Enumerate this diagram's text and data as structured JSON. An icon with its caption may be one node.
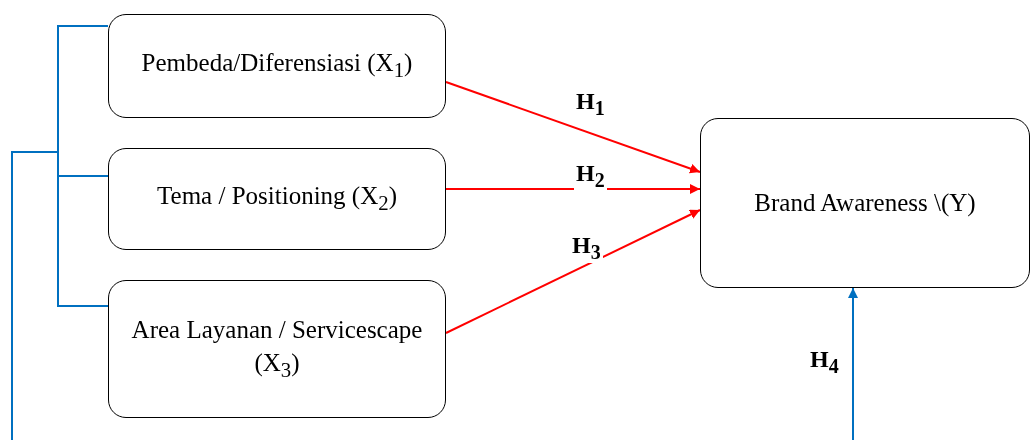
{
  "diagram": {
    "nodes": [
      {
        "text": [
          "Pembeda/Diferensiasi (X$_{1}$)"
        ]
      },
      {
        "text": [
          "Tema / Positioning (X$_{2}$)"
        ]
      },
      {
        "text": [
          "Area Layanan / Servicescape (X$_{3}$)"
        ]
      },
      {
        "text": [
          "Brand Awareness \\(Y)"
        ]
      }
    ],
    "edges": [
      {
        "from": 0,
        "to": 3,
        "arrow": "to",
        "label": "H$_{1}$",
        "color": "#ff0000"
      },
      {
        "from": 1,
        "to": 3,
        "arrow": "to",
        "label": "H$_{2}$",
        "color": "#ff0000"
      },
      {
        "from": 2,
        "to": 3,
        "arrow": "to",
        "label": "H$_{3}$",
        "color": "#ff0000"
      },
      {
        "from": 0,
        "to": null,
        "arrow": "none",
        "color": "#0070c0"
      },
      {
        "from": 1,
        "to": null,
        "arrow": "none",
        "color": "#0070c0"
      },
      {
        "from": 2,
        "to": null,
        "arrow": "none",
        "color": "#0070c0"
      },
      {
        "from": null,
        "to": 3,
        "arrow": "to",
        "label": "H$_{4}$",
        "color": "#0070c0"
      }
    ]
  }
}
